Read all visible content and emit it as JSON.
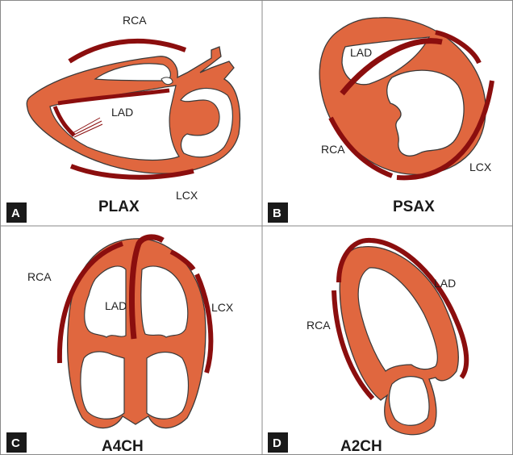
{
  "colors": {
    "myocardium": "#E0673F",
    "artery": "#8B0E0E",
    "outline": "#3A3A3A",
    "badge": "#1A1A1A",
    "border": "#888888"
  },
  "panels": [
    {
      "badge": "A",
      "title": "PLAX",
      "labels": {
        "rca": "RCA",
        "lad": "LAD",
        "lcx": "LCX"
      }
    },
    {
      "badge": "B",
      "title": "PSAX",
      "labels": {
        "rca": "RCA",
        "lad": "LAD",
        "lcx": "LCX"
      }
    },
    {
      "badge": "C",
      "title": "A4CH",
      "labels": {
        "rca": "RCA",
        "lad": "LAD",
        "lcx": "LCX"
      }
    },
    {
      "badge": "D",
      "title": "A2CH",
      "labels": {
        "rca": "RCA",
        "lad": "LAD"
      }
    }
  ]
}
